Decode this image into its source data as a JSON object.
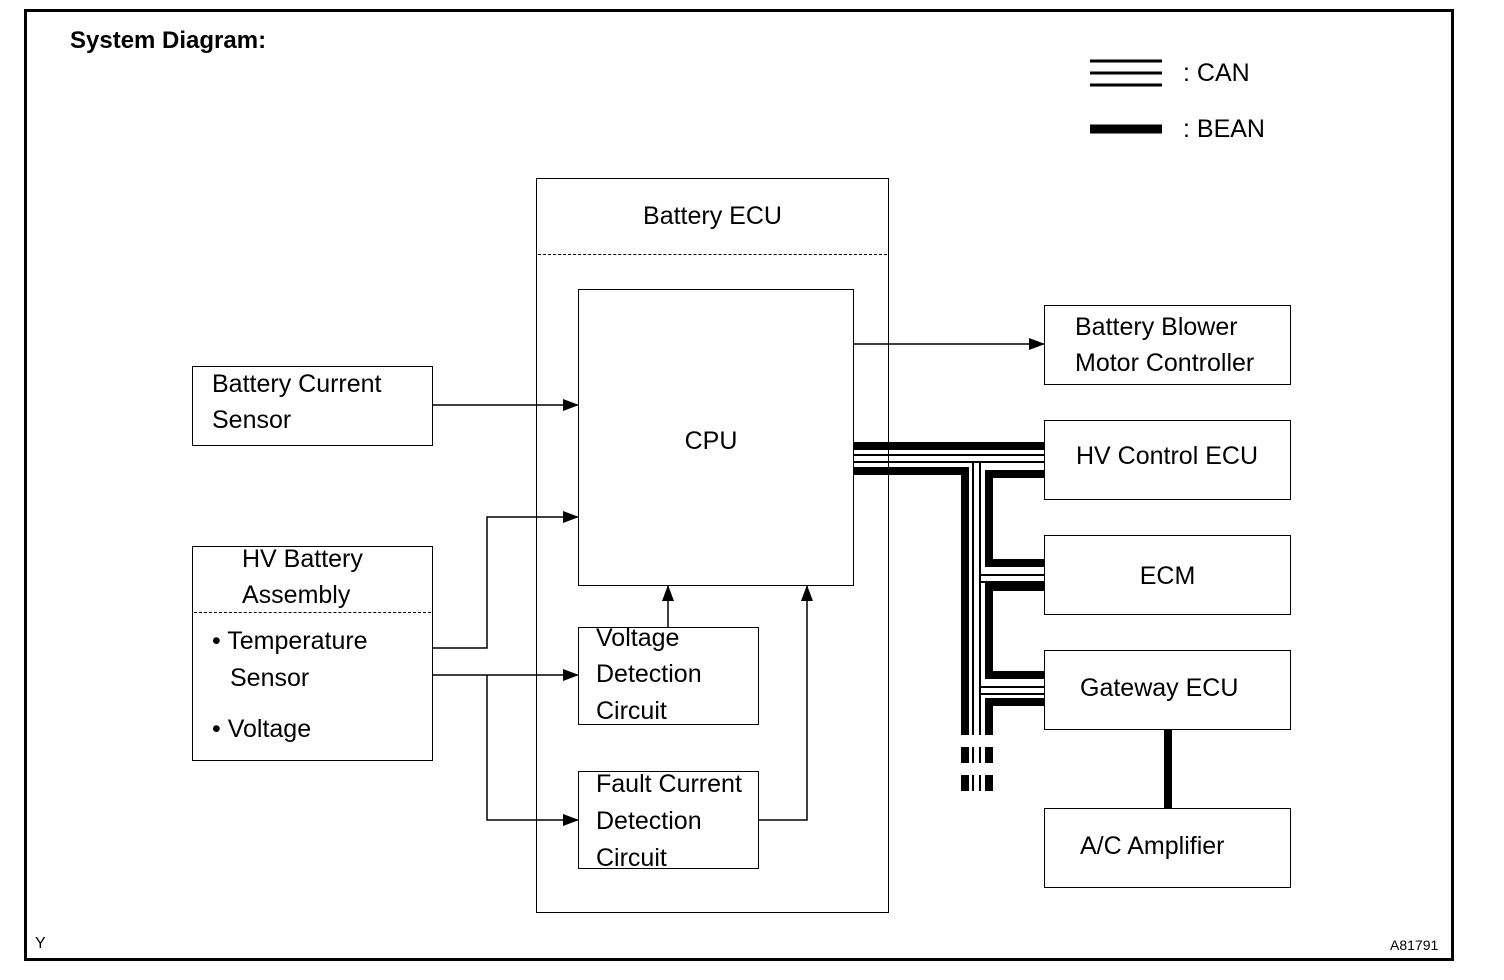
{
  "title": "System Diagram:",
  "legend": {
    "can": ": CAN",
    "bean": ": BEAN"
  },
  "battery_ecu": {
    "label": "Battery ECU",
    "cpu": "CPU"
  },
  "voltage_circuit": [
    "Voltage",
    "Detection",
    "Circuit"
  ],
  "fault_circuit": [
    "Fault Current",
    "Detection",
    "Circuit"
  ],
  "battery_current_sensor": [
    "Battery Current",
    "Sensor"
  ],
  "hv_battery": {
    "header": [
      "HV Battery",
      "Assembly"
    ],
    "items": [
      "• Temperature",
      "Sensor",
      "• Voltage"
    ]
  },
  "blower": [
    "Battery Blower",
    "Motor Controller"
  ],
  "hv_control_ecu": "HV Control ECU",
  "ecm": "ECM",
  "gateway_ecu": "Gateway ECU",
  "ac_amplifier": "A/C Amplifier",
  "corner_left": "Y",
  "corner_right": "A81791"
}
